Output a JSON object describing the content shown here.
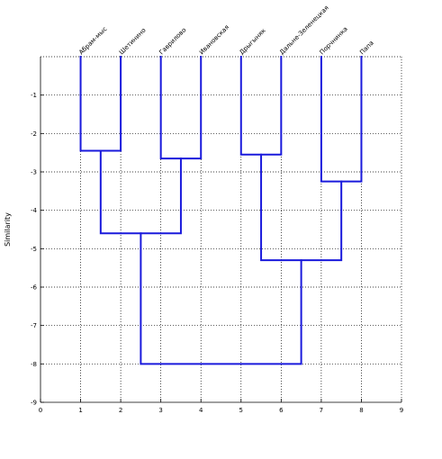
{
  "chart_data": {
    "type": "dendrogram",
    "title": "",
    "xlabel": "",
    "ylabel": "Similarity",
    "xlim": [
      0,
      9
    ],
    "ylim": [
      -9,
      0
    ],
    "xticks": [
      0,
      1,
      2,
      3,
      4,
      5,
      6,
      7,
      8,
      9
    ],
    "yticks": [
      -9,
      -8,
      -7,
      -6,
      -5,
      -4,
      -3,
      -2,
      -1
    ],
    "grid": true,
    "line_color": "#1a1adc",
    "leaves": [
      {
        "label": "Абрам-мыс",
        "x": 1
      },
      {
        "label": "Шетинино",
        "x": 2
      },
      {
        "label": "Гаврилово",
        "x": 3
      },
      {
        "label": "Ивановская",
        "x": 4
      },
      {
        "label": "Дрыгыняк",
        "x": 5
      },
      {
        "label": "Дальне-Зеленецкая",
        "x": 6
      },
      {
        "label": "Порчнинка",
        "x": 7
      },
      {
        "label": "Папа",
        "x": 8
      }
    ],
    "merges": [
      {
        "left": 1,
        "right": 2,
        "left_top": 0,
        "right_top": 0,
        "height": -2.45
      },
      {
        "left": 3,
        "right": 4,
        "left_top": 0,
        "right_top": 0,
        "height": -2.65
      },
      {
        "left": 5,
        "right": 6,
        "left_top": 0,
        "right_top": 0,
        "height": -2.55
      },
      {
        "left": 7,
        "right": 8,
        "left_top": 0,
        "right_top": 0,
        "height": -3.25
      },
      {
        "left": 1.5,
        "right": 3.5,
        "left_top": -2.45,
        "right_top": -2.65,
        "height": -4.6
      },
      {
        "left": 5.5,
        "right": 7.5,
        "left_top": -2.55,
        "right_top": -3.25,
        "height": -5.3
      },
      {
        "left": 2.5,
        "right": 6.5,
        "left_top": -4.6,
        "right_top": -5.3,
        "height": -8.0
      }
    ]
  }
}
